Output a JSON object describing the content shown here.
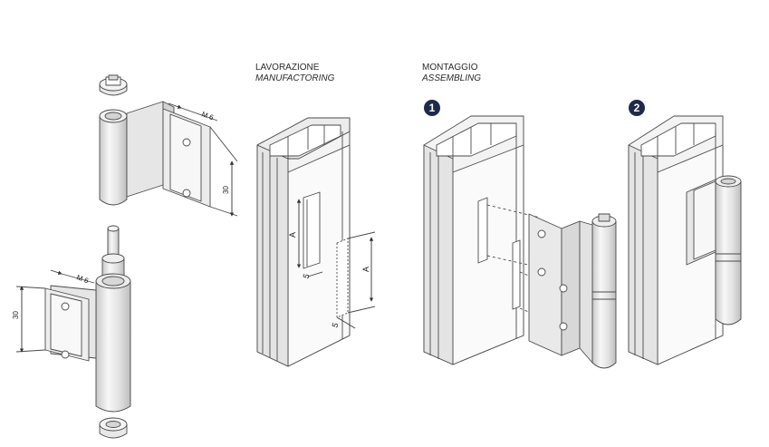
{
  "headings": {
    "manufacturing": {
      "primary": "LAVORAZIONE",
      "secondary": "MANUFACTORING"
    },
    "assembly": {
      "primary": "MONTAGGIO",
      "secondary": "ASSEMBLING"
    }
  },
  "steps": [
    "1",
    "2"
  ],
  "hinge_dimensions": {
    "screw_top": "M 6",
    "height_top": "30",
    "screw_bottom": "M 6",
    "height_bottom": "30"
  },
  "machining_dimensions": {
    "slot_length_1": "A",
    "offset_1": "5",
    "slot_length_2": "A",
    "offset_2": "5"
  },
  "colors": {
    "line": "#4a4a4a",
    "fill_light": "#f4f4f4",
    "fill_mid": "#e3e3e3",
    "fill_dark": "#cfcfcf",
    "badge": "#1e2a4a"
  }
}
